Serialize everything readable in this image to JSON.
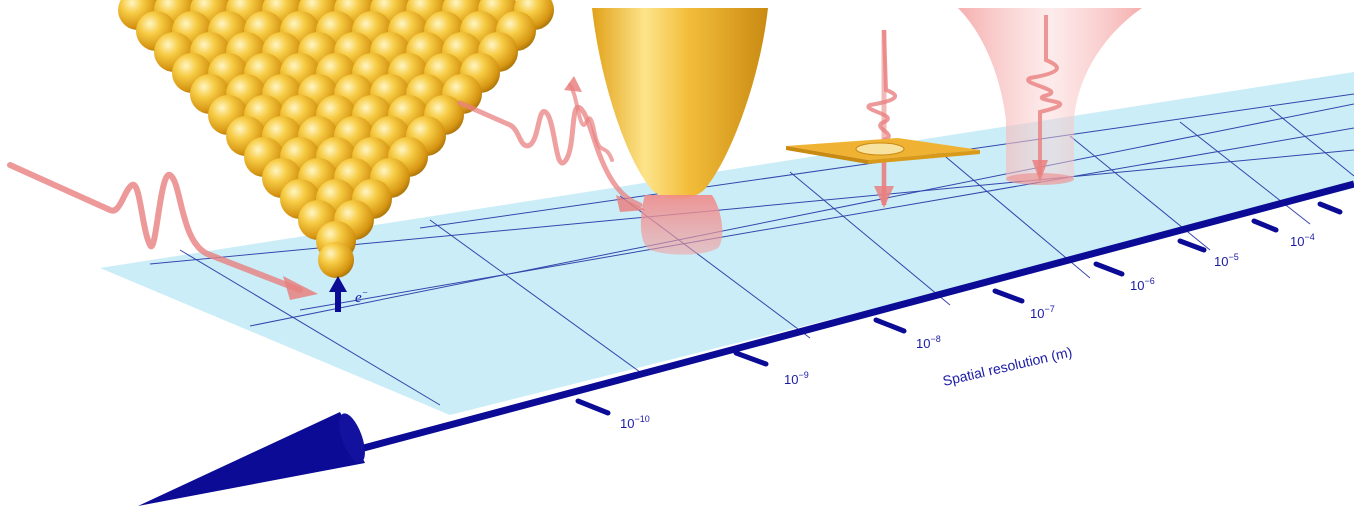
{
  "axis": {
    "title": "Spatial resolution (m)",
    "ticks": [
      {
        "base": "10",
        "exp": "−10"
      },
      {
        "base": "10",
        "exp": "−9"
      },
      {
        "base": "10",
        "exp": "−8"
      },
      {
        "base": "10",
        "exp": "−7"
      },
      {
        "base": "10",
        "exp": "−6"
      },
      {
        "base": "10",
        "exp": "−5"
      },
      {
        "base": "10",
        "exp": "−4"
      }
    ]
  },
  "electron": {
    "symbol": "e",
    "charge": "−"
  },
  "colors": {
    "axis": "#0b0b96",
    "plane": "#c7ecf7",
    "gold": "#f2b626",
    "wave": "#e98080"
  },
  "icons": [
    "atomic-tip-icon",
    "near-field-tip-icon",
    "aperture-icon",
    "lens-cone-icon"
  ]
}
